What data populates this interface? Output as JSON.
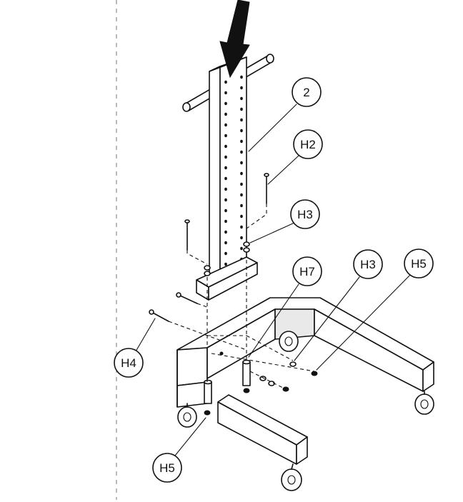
{
  "callouts": {
    "part_2": "2",
    "h2": "H2",
    "h3_upper": "H3",
    "h7": "H7",
    "h3_lower": "H3",
    "h5_right": "H5",
    "h4": "H4",
    "h5_bottom": "H5"
  }
}
